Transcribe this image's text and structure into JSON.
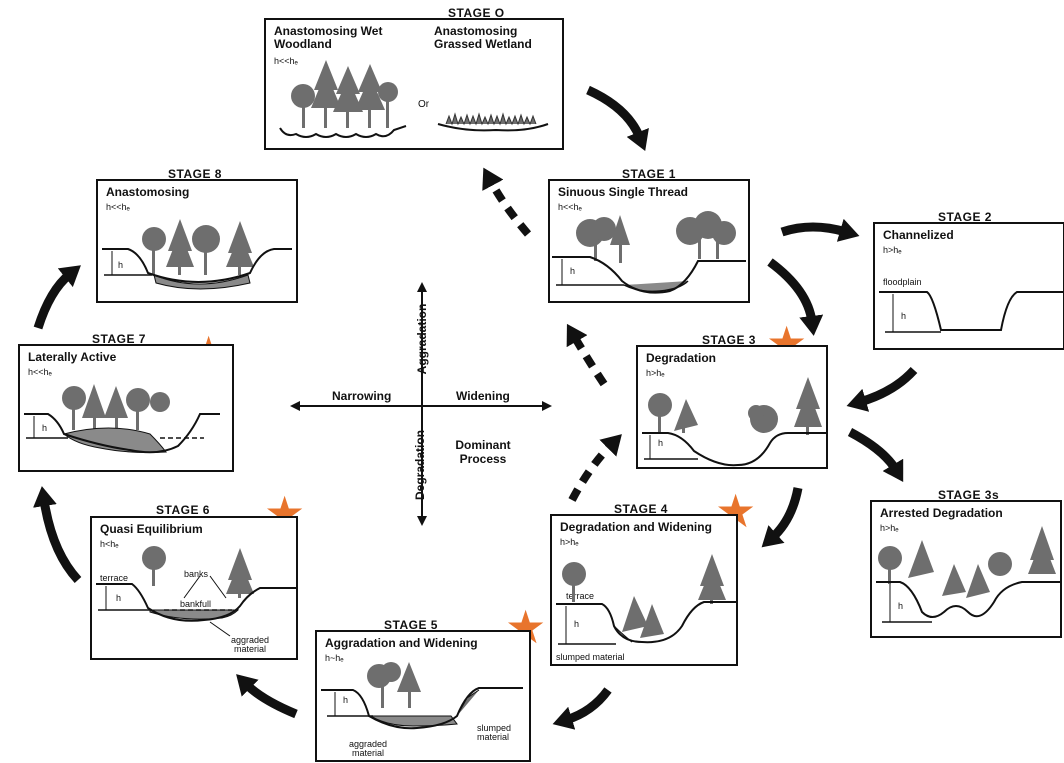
{
  "stages": {
    "s0": {
      "label": "STAGE O",
      "left_title": "Anastomosing Wet Woodland",
      "right_title": "Anastomosing Grassed Wetland",
      "relation": "h<<hₑ",
      "or_text": "Or"
    },
    "s1": {
      "label": "STAGE 1",
      "title": "Sinuous Single Thread",
      "relation": "h<<hₑ",
      "h": "h"
    },
    "s2": {
      "label": "STAGE 2",
      "title": "Channelized",
      "relation": "h>hₑ",
      "h": "h",
      "floodplain": "floodplain"
    },
    "s3": {
      "label": "STAGE 3",
      "title": "Degradation",
      "relation": "h>hₑ",
      "h": "h"
    },
    "s3s": {
      "label": "STAGE 3s",
      "title": "Arrested Degradation",
      "relation": "h>hₑ",
      "h": "h"
    },
    "s4": {
      "label": "STAGE 4",
      "title": "Degradation and Widening",
      "relation": "h>hₑ",
      "h": "h",
      "terrace": "terrace",
      "slumped": "slumped material"
    },
    "s5": {
      "label": "STAGE 5",
      "title": "Aggradation and Widening",
      "relation": "h~hₑ",
      "h": "h",
      "aggraded": "aggraded material",
      "slumped": "slumped material"
    },
    "s6": {
      "label": "STAGE 6",
      "title": "Quasi Equilibrium",
      "relation": "h<hₑ",
      "h": "h",
      "terrace": "terrace",
      "banks": "banks",
      "bankfull": "bankfull",
      "aggraded": "aggraded material"
    },
    "s7": {
      "label": "STAGE 7",
      "title": "Laterally Active",
      "relation": "h<<hₑ",
      "h": "h"
    },
    "s8": {
      "label": "STAGE 8",
      "title": "Anastomosing",
      "relation": "h<<hₑ",
      "h": "h"
    }
  },
  "axes": {
    "aggradation": "Aggradation",
    "degradation": "Degradation",
    "narrowing": "Narrowing",
    "widening": "Widening",
    "dominant_process": "Dominant Process"
  },
  "colors": {
    "star": "#e8742c",
    "tree": "#6e6e6e",
    "fill": "#8a8a8a",
    "line": "#111111"
  }
}
